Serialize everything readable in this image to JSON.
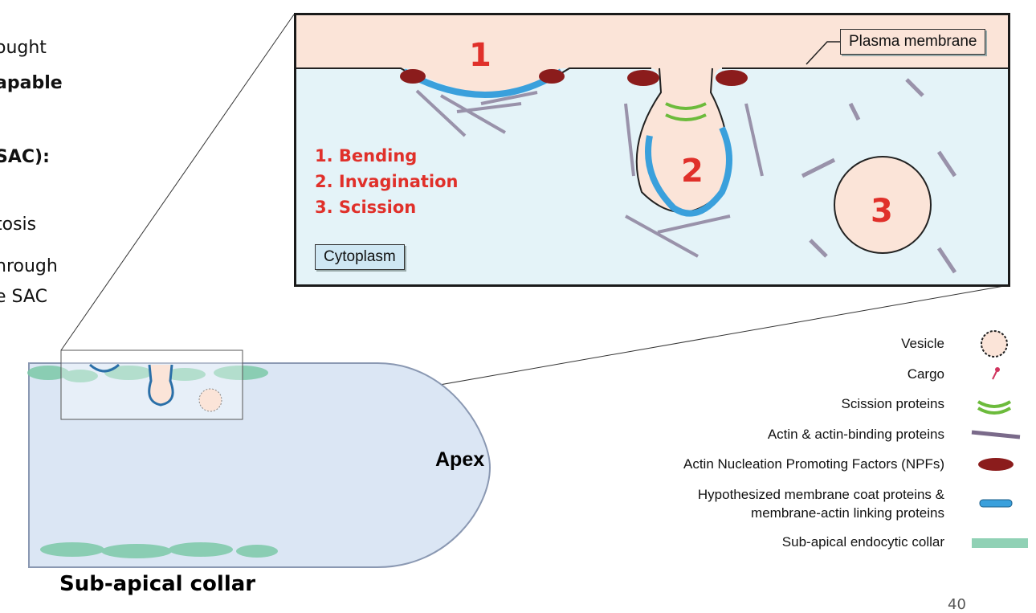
{
  "slide": {
    "left_text": {
      "line1": "ought",
      "line2": "apable",
      "line3": "SAC):",
      "line4": "tosis",
      "line5": "hrough",
      "line6": "e SAC"
    },
    "page_number": "40"
  },
  "diagram": {
    "stage_numbers": [
      "1",
      "2",
      "3"
    ],
    "steps": [
      "1. Bending",
      "2. Invagination",
      "3. Scission"
    ],
    "labels": {
      "plasma_membrane": "Plasma membrane",
      "cytoplasm": "Cytoplasm",
      "apex": "Apex",
      "sub_apical_collar": "Sub-apical collar"
    },
    "legend": [
      {
        "label": "Vesicle",
        "icon": "vesicle-icon"
      },
      {
        "label": "Cargo",
        "icon": "cargo-icon"
      },
      {
        "label": "Scission proteins",
        "icon": "scission-protein-icon"
      },
      {
        "label": "Actin & actin-binding proteins",
        "icon": "actin-icon"
      },
      {
        "label": "Actin Nucleation Promoting Factors (NPFs)",
        "icon": "npf-icon"
      },
      {
        "label": "Hypothesized membrane coat proteins &",
        "label2": "membrane-actin linking proteins",
        "icon": "coat-protein-icon"
      },
      {
        "label": "Sub-apical endocytic collar",
        "icon": "collar-icon"
      }
    ],
    "colors": {
      "cytoplasm": "#e4f3f8",
      "membrane_exterior": "#fbe4d8",
      "cell_fill": "#dbe6f4",
      "step_text": "#e0302a",
      "npf": "#8b1c1c",
      "coat": "#3aa0dc",
      "cargo": "#d0345e",
      "scission": "#6cbb3c",
      "collar": "#7cc9a8"
    }
  }
}
